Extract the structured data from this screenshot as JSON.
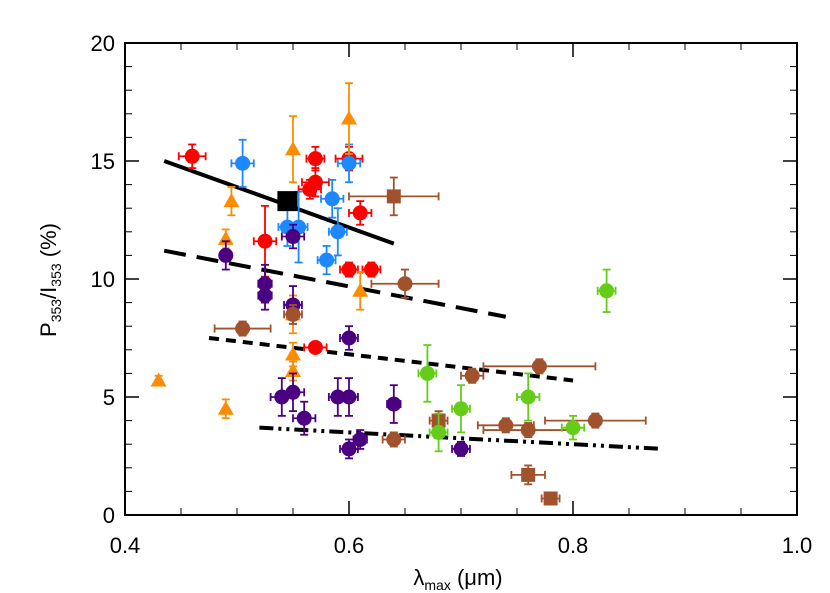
{
  "chart_data": {
    "type": "scatter",
    "xlim": [
      0.4,
      1.0
    ],
    "ylim": [
      0,
      20
    ],
    "x_ticks": [
      "0.4",
      "0.6",
      "0.8",
      "1.0"
    ],
    "y_ticks": [
      "0",
      "5",
      "10",
      "15",
      "20"
    ],
    "xlabel": {
      "main": "λ",
      "sub": "max",
      "rest": " (μm)"
    },
    "ylabel": {
      "p": "P",
      "p_sub": "353",
      "slash": "/I",
      "i_sub": "353",
      "unit": " (%)"
    },
    "grid": false,
    "legend": "none",
    "series": [
      {
        "marker": "circle",
        "color": "#ff0000",
        "points": [
          {
            "x": 0.46,
            "y": 15.2,
            "xerr": 0.012,
            "yerr": 0.5
          },
          {
            "x": 0.57,
            "y": 15.1,
            "xerr": 0.008,
            "yerr": 0.5
          },
          {
            "x": 0.57,
            "y": 14.1,
            "xerr": 0.012,
            "yerr": 0.6
          },
          {
            "x": 0.565,
            "y": 13.8,
            "xerr": 0.01,
            "yerr": 0.4
          },
          {
            "x": 0.6,
            "y": 15.1,
            "xerr": 0.012,
            "yerr": 0.5
          },
          {
            "x": 0.61,
            "y": 12.8,
            "xerr": 0.01,
            "yerr": 0.5
          },
          {
            "x": 0.525,
            "y": 11.6,
            "xerr": 0.01,
            "yerr": 1.5
          },
          {
            "x": 0.62,
            "y": 10.4,
            "xerr": 0.008,
            "yerr": 0.3
          },
          {
            "x": 0.6,
            "y": 10.4,
            "xerr": 0.008,
            "yerr": 0.3
          },
          {
            "x": 0.57,
            "y": 7.1,
            "xerr": 0.01,
            "yerr": 0.2
          }
        ]
      },
      {
        "marker": "circle",
        "color": "#1e88ff",
        "points": [
          {
            "x": 0.505,
            "y": 14.9,
            "xerr": 0.01,
            "yerr": 1.0
          },
          {
            "x": 0.6,
            "y": 14.9,
            "xerr": 0.01,
            "yerr": 0.8
          },
          {
            "x": 0.545,
            "y": 12.2,
            "xerr": 0.008,
            "yerr": 0.8
          },
          {
            "x": 0.585,
            "y": 13.4,
            "xerr": 0.01,
            "yerr": 0.8
          },
          {
            "x": 0.555,
            "y": 12.2,
            "xerr": 0.008,
            "yerr": 1.5
          },
          {
            "x": 0.59,
            "y": 12.0,
            "xerr": 0.008,
            "yerr": 1.0
          },
          {
            "x": 0.58,
            "y": 10.8,
            "xerr": 0.008,
            "yerr": 0.6
          }
        ]
      },
      {
        "marker": "triangle",
        "color": "#ff8c00",
        "points": [
          {
            "x": 0.6,
            "y": 16.8,
            "xerr": 0,
            "yerr": 1.5
          },
          {
            "x": 0.55,
            "y": 15.5,
            "xerr": 0,
            "yerr": 1.4
          },
          {
            "x": 0.495,
            "y": 13.3,
            "xerr": 0,
            "yerr": 0.6
          },
          {
            "x": 0.49,
            "y": 11.7,
            "xerr": 0,
            "yerr": 0.4
          },
          {
            "x": 0.61,
            "y": 9.5,
            "xerr": 0,
            "yerr": 0.8
          },
          {
            "x": 0.55,
            "y": 8.5,
            "xerr": 0,
            "yerr": 0.8
          },
          {
            "x": 0.55,
            "y": 6.8,
            "xerr": 0,
            "yerr": 0.5
          },
          {
            "x": 0.43,
            "y": 5.7,
            "xerr": 0,
            "yerr": 0.2
          },
          {
            "x": 0.55,
            "y": 6.1,
            "xerr": 0,
            "yerr": 0.4
          },
          {
            "x": 0.49,
            "y": 4.5,
            "xerr": 0,
            "yerr": 0.4
          }
        ]
      },
      {
        "marker": "circle",
        "color": "#4b0082",
        "points": [
          {
            "x": 0.55,
            "y": 11.8,
            "xerr": 0.01,
            "yerr": 0.5
          },
          {
            "x": 0.49,
            "y": 11.0,
            "xerr": 0.004,
            "yerr": 0.6
          },
          {
            "x": 0.525,
            "y": 9.8,
            "xerr": 0.006,
            "yerr": 0.8
          },
          {
            "x": 0.525,
            "y": 9.3,
            "xerr": 0.006,
            "yerr": 0.6
          },
          {
            "x": 0.55,
            "y": 8.9,
            "xerr": 0.008,
            "yerr": 0.8
          },
          {
            "x": 0.6,
            "y": 7.5,
            "xerr": 0.008,
            "yerr": 0.5
          },
          {
            "x": 0.54,
            "y": 5.0,
            "xerr": 0.01,
            "yerr": 0.8
          },
          {
            "x": 0.55,
            "y": 5.2,
            "xerr": 0.01,
            "yerr": 0.8
          },
          {
            "x": 0.59,
            "y": 5.0,
            "xerr": 0.008,
            "yerr": 0.8
          },
          {
            "x": 0.6,
            "y": 5.0,
            "xerr": 0.008,
            "yerr": 0.8
          },
          {
            "x": 0.64,
            "y": 4.7,
            "xerr": 0.006,
            "yerr": 0.8
          },
          {
            "x": 0.56,
            "y": 4.1,
            "xerr": 0.01,
            "yerr": 0.7
          },
          {
            "x": 0.6,
            "y": 2.8,
            "xerr": 0.008,
            "yerr": 0.4
          },
          {
            "x": 0.61,
            "y": 3.2,
            "xerr": 0.006,
            "yerr": 0.4
          },
          {
            "x": 0.7,
            "y": 2.8,
            "xerr": 0.008,
            "yerr": 0.3
          }
        ]
      },
      {
        "marker": "circle",
        "color": "#a0522d",
        "points": [
          {
            "x": 0.505,
            "y": 7.9,
            "xerr": 0.025,
            "yerr": 0.3
          },
          {
            "x": 0.55,
            "y": 8.5,
            "xerr": 0.008,
            "yerr": 0.4
          },
          {
            "x": 0.65,
            "y": 9.8,
            "xerr": 0.03,
            "yerr": 0.6
          },
          {
            "x": 0.71,
            "y": 5.9,
            "xerr": 0.01,
            "yerr": 0.3
          },
          {
            "x": 0.77,
            "y": 6.3,
            "xerr": 0.05,
            "yerr": 0.3
          },
          {
            "x": 0.74,
            "y": 3.8,
            "xerr": 0.025,
            "yerr": 0.3
          },
          {
            "x": 0.76,
            "y": 3.6,
            "xerr": 0.04,
            "yerr": 0.3
          },
          {
            "x": 0.82,
            "y": 4.0,
            "xerr": 0.045,
            "yerr": 0.3
          },
          {
            "x": 0.64,
            "y": 3.2,
            "xerr": 0.01,
            "yerr": 0.3
          }
        ]
      },
      {
        "marker": "square",
        "color": "#a0522d",
        "points": [
          {
            "x": 0.64,
            "y": 13.5,
            "xerr": 0.04,
            "yerr": 0.8
          },
          {
            "x": 0.68,
            "y": 4.0,
            "xerr": 0.008,
            "yerr": 0.4
          },
          {
            "x": 0.76,
            "y": 1.7,
            "xerr": 0.015,
            "yerr": 0.4
          },
          {
            "x": 0.78,
            "y": 0.7,
            "xerr": 0.008,
            "yerr": 0.2
          }
        ]
      },
      {
        "marker": "circle",
        "color": "#66cc1a",
        "points": [
          {
            "x": 0.83,
            "y": 9.5,
            "xerr": 0.008,
            "yerr": 0.9
          },
          {
            "x": 0.67,
            "y": 6.0,
            "xerr": 0.008,
            "yerr": 1.2
          },
          {
            "x": 0.7,
            "y": 4.5,
            "xerr": 0.008,
            "yerr": 1.0
          },
          {
            "x": 0.76,
            "y": 5.0,
            "xerr": 0.01,
            "yerr": 1.0
          },
          {
            "x": 0.8,
            "y": 3.7,
            "xerr": 0.01,
            "yerr": 0.5
          },
          {
            "x": 0.68,
            "y": 3.5,
            "xerr": 0.008,
            "yerr": 0.8
          }
        ]
      },
      {
        "marker": "square",
        "color": "#000000",
        "points": [
          {
            "x": 0.545,
            "y": 13.3,
            "xerr": 0,
            "yerr": 0
          }
        ]
      }
    ],
    "lines": [
      {
        "style": "solid",
        "color": "#000000",
        "x": [
          0.435,
          0.64
        ],
        "y": [
          15.0,
          11.5
        ]
      },
      {
        "style": "long-dash",
        "color": "#000000",
        "x": [
          0.435,
          0.74
        ],
        "y": [
          11.2,
          8.4
        ]
      },
      {
        "style": "short-dash",
        "color": "#000000",
        "x": [
          0.475,
          0.8
        ],
        "y": [
          7.5,
          5.7
        ]
      },
      {
        "style": "dash-dot-dot",
        "color": "#000000",
        "x": [
          0.52,
          0.88
        ],
        "y": [
          3.7,
          2.8
        ]
      }
    ]
  }
}
